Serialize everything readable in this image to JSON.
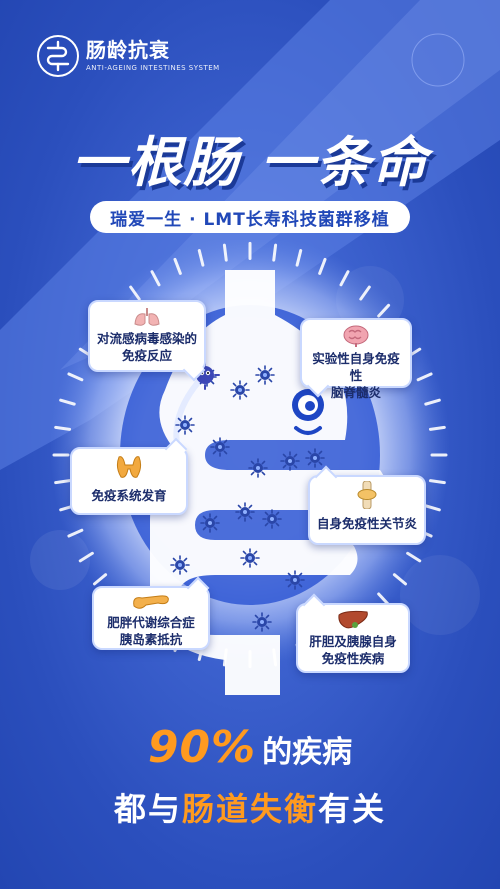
{
  "brand": {
    "name": "肠龄抗衰",
    "subtitle": "ANTI-AGEING INTESTINES SYSTEM"
  },
  "headline": "一根肠 一条命",
  "banner": "瑞爱一生 · LMT长寿科技菌群移植",
  "callouts": {
    "flu": [
      "对流感病毒感染的",
      "免疫反应"
    ],
    "brain": [
      "实验性自身免疫性",
      "脑脊髓炎"
    ],
    "immune": [
      "免疫系统发育"
    ],
    "joint": [
      "自身免疫性关节炎"
    ],
    "obesity": [
      "肥胖代谢综合症",
      "胰岛素抵抗"
    ],
    "liver": [
      "肝胆及胰腺自身",
      "免疫性疾病"
    ]
  },
  "footer": {
    "percent": "90%",
    "percent_suffix": "的疾病",
    "line2_a": "都与",
    "line2_highlight": "肠道失衡",
    "line2_b": "有关"
  },
  "colors": {
    "background": "#3d62cf",
    "accent": "#ff9a1f",
    "gut": "#1f49c9",
    "text_dark": "#1c2d6b"
  },
  "icons": [
    "logo-intestine-icon",
    "lungs-icon",
    "brain-icon",
    "thyroid-icon",
    "knee-joint-icon",
    "pancreas-icon",
    "liver-icon",
    "bacteria-icon",
    "mascot-icon"
  ]
}
